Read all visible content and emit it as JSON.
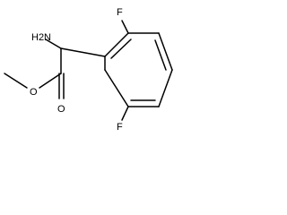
{
  "molecule": {
    "atoms": {
      "amine": "H2N",
      "ether_oxygen": "O",
      "carbonyl_oxygen": "O",
      "fluorine_top": "F",
      "fluorine_bottom": "F"
    }
  }
}
